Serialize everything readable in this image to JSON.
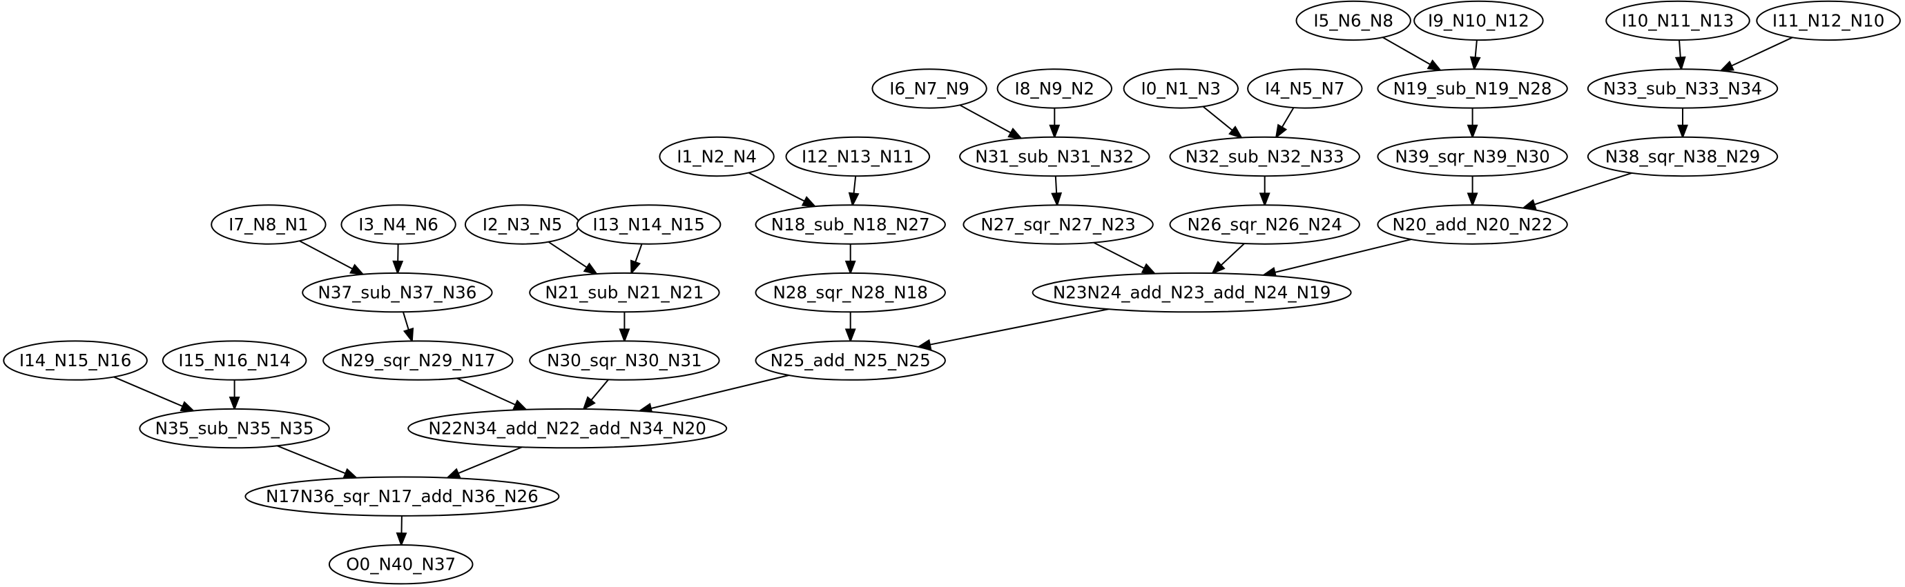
{
  "graph": {
    "nodes": [
      {
        "id": "I5_N6_N8",
        "label": "I5_N6_N8"
      },
      {
        "id": "I9_N10_N12",
        "label": "I9_N10_N12"
      },
      {
        "id": "I10_N11_N13",
        "label": "I10_N11_N13"
      },
      {
        "id": "I11_N12_N10",
        "label": "I11_N12_N10"
      },
      {
        "id": "I6_N7_N9",
        "label": "I6_N7_N9"
      },
      {
        "id": "I8_N9_N2",
        "label": "I8_N9_N2"
      },
      {
        "id": "I0_N1_N3",
        "label": "I0_N1_N3"
      },
      {
        "id": "I4_N5_N7",
        "label": "I4_N5_N7"
      },
      {
        "id": "N19_sub_N19_N28",
        "label": "N19_sub_N19_N28"
      },
      {
        "id": "N33_sub_N33_N34",
        "label": "N33_sub_N33_N34"
      },
      {
        "id": "I1_N2_N4",
        "label": "I1_N2_N4"
      },
      {
        "id": "I12_N13_N11",
        "label": "I12_N13_N11"
      },
      {
        "id": "N31_sub_N31_N32",
        "label": "N31_sub_N31_N32"
      },
      {
        "id": "N32_sub_N32_N33",
        "label": "N32_sub_N32_N33"
      },
      {
        "id": "N39_sqr_N39_N30",
        "label": "N39_sqr_N39_N30"
      },
      {
        "id": "N38_sqr_N38_N29",
        "label": "N38_sqr_N38_N29"
      },
      {
        "id": "I7_N8_N1",
        "label": "I7_N8_N1"
      },
      {
        "id": "I3_N4_N6",
        "label": "I3_N4_N6"
      },
      {
        "id": "I2_N3_N5",
        "label": "I2_N3_N5"
      },
      {
        "id": "I13_N14_N15",
        "label": "I13_N14_N15"
      },
      {
        "id": "N18_sub_N18_N27",
        "label": "N18_sub_N18_N27"
      },
      {
        "id": "N27_sqr_N27_N23",
        "label": "N27_sqr_N27_N23"
      },
      {
        "id": "N26_sqr_N26_N24",
        "label": "N26_sqr_N26_N24"
      },
      {
        "id": "N20_add_N20_N22",
        "label": "N20_add_N20_N22"
      },
      {
        "id": "N37_sub_N37_N36",
        "label": "N37_sub_N37_N36"
      },
      {
        "id": "N21_sub_N21_N21",
        "label": "N21_sub_N21_N21"
      },
      {
        "id": "N28_sqr_N28_N18",
        "label": "N28_sqr_N28_N18"
      },
      {
        "id": "N23N24_add_N23_add_N24_N19",
        "label": "N23N24_add_N23_add_N24_N19"
      },
      {
        "id": "I14_N15_N16",
        "label": "I14_N15_N16"
      },
      {
        "id": "I15_N16_N14",
        "label": "I15_N16_N14"
      },
      {
        "id": "N29_sqr_N29_N17",
        "label": "N29_sqr_N29_N17"
      },
      {
        "id": "N30_sqr_N30_N31",
        "label": "N30_sqr_N30_N31"
      },
      {
        "id": "N25_add_N25_N25",
        "label": "N25_add_N25_N25"
      },
      {
        "id": "N35_sub_N35_N35",
        "label": "N35_sub_N35_N35"
      },
      {
        "id": "N22N34_add_N22_add_N34_N20",
        "label": "N22N34_add_N22_add_N34_N20"
      },
      {
        "id": "N17N36_sqr_N17_add_N36_N26",
        "label": "N17N36_sqr_N17_add_N36_N26"
      },
      {
        "id": "O0_N40_N37",
        "label": "O0_N40_N37"
      }
    ],
    "edges": [
      {
        "from": "I5_N6_N8",
        "to": "N19_sub_N19_N28"
      },
      {
        "from": "I9_N10_N12",
        "to": "N19_sub_N19_N28"
      },
      {
        "from": "I10_N11_N13",
        "to": "N33_sub_N33_N34"
      },
      {
        "from": "I11_N12_N10",
        "to": "N33_sub_N33_N34"
      },
      {
        "from": "I6_N7_N9",
        "to": "N31_sub_N31_N32"
      },
      {
        "from": "I8_N9_N2",
        "to": "N31_sub_N31_N32"
      },
      {
        "from": "I0_N1_N3",
        "to": "N32_sub_N32_N33"
      },
      {
        "from": "I4_N5_N7",
        "to": "N32_sub_N32_N33"
      },
      {
        "from": "N19_sub_N19_N28",
        "to": "N39_sqr_N39_N30"
      },
      {
        "from": "N33_sub_N33_N34",
        "to": "N38_sqr_N38_N29"
      },
      {
        "from": "I1_N2_N4",
        "to": "N18_sub_N18_N27"
      },
      {
        "from": "I12_N13_N11",
        "to": "N18_sub_N18_N27"
      },
      {
        "from": "N31_sub_N31_N32",
        "to": "N27_sqr_N27_N23"
      },
      {
        "from": "N32_sub_N32_N33",
        "to": "N26_sqr_N26_N24"
      },
      {
        "from": "N39_sqr_N39_N30",
        "to": "N20_add_N20_N22"
      },
      {
        "from": "N38_sqr_N38_N29",
        "to": "N20_add_N20_N22"
      },
      {
        "from": "I7_N8_N1",
        "to": "N37_sub_N37_N36"
      },
      {
        "from": "I3_N4_N6",
        "to": "N37_sub_N37_N36"
      },
      {
        "from": "I2_N3_N5",
        "to": "N21_sub_N21_N21"
      },
      {
        "from": "I13_N14_N15",
        "to": "N21_sub_N21_N21"
      },
      {
        "from": "N18_sub_N18_N27",
        "to": "N28_sqr_N28_N18"
      },
      {
        "from": "N27_sqr_N27_N23",
        "to": "N23N24_add_N23_add_N24_N19"
      },
      {
        "from": "N26_sqr_N26_N24",
        "to": "N23N24_add_N23_add_N24_N19"
      },
      {
        "from": "N20_add_N20_N22",
        "to": "N23N24_add_N23_add_N24_N19"
      },
      {
        "from": "N37_sub_N37_N36",
        "to": "N29_sqr_N29_N17"
      },
      {
        "from": "N21_sub_N21_N21",
        "to": "N30_sqr_N30_N31"
      },
      {
        "from": "N28_sqr_N28_N18",
        "to": "N25_add_N25_N25"
      },
      {
        "from": "N23N24_add_N23_add_N24_N19",
        "to": "N25_add_N25_N25"
      },
      {
        "from": "I14_N15_N16",
        "to": "N35_sub_N35_N35"
      },
      {
        "from": "I15_N16_N14",
        "to": "N35_sub_N35_N35"
      },
      {
        "from": "N29_sqr_N29_N17",
        "to": "N22N34_add_N22_add_N34_N20"
      },
      {
        "from": "N30_sqr_N30_N31",
        "to": "N22N34_add_N22_add_N34_N20"
      },
      {
        "from": "N25_add_N25_N25",
        "to": "N22N34_add_N22_add_N34_N20"
      },
      {
        "from": "N35_sub_N35_N35",
        "to": "N17N36_sqr_N17_add_N36_N26"
      },
      {
        "from": "N22N34_add_N22_add_N34_N20",
        "to": "N17N36_sqr_N17_add_N36_N26"
      },
      {
        "from": "N17N36_sqr_N17_add_N36_N26",
        "to": "O0_N40_N37"
      }
    ]
  }
}
